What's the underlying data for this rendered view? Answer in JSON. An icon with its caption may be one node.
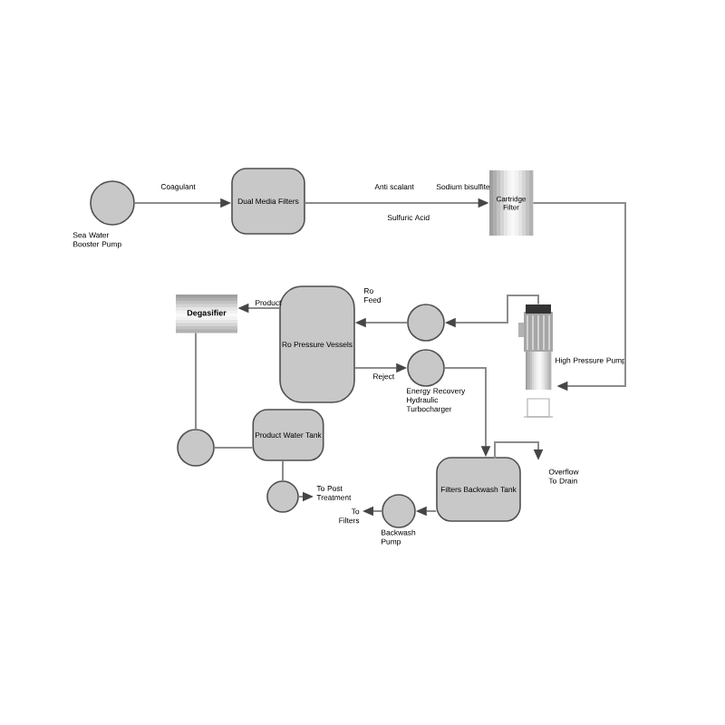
{
  "diagram": {
    "nodes": [
      {
        "text": [],
        "shape": "circle",
        "beside": [
          "Sea Water Booster Pump"
        ]
      },
      {
        "text": [
          "Dual Media Filters"
        ]
      },
      {
        "text": [
          "Cartridge Filter"
        ]
      },
      {
        "text": [],
        "shape": "pump",
        "beside": [
          "High Pressure Pump"
        ]
      },
      {
        "text": [],
        "shape": "circle"
      },
      {
        "text": [],
        "shape": "circle",
        "beside": [
          "Energy Recovery Hydraulic Turbocharger"
        ]
      },
      {
        "text": [
          "Ro Pressure Vessels"
        ]
      },
      {
        "text": [
          "Degasifier"
        ]
      },
      {
        "text": [],
        "shape": "circle"
      },
      {
        "text": [
          "Product Water Tank"
        ]
      },
      {
        "text": [],
        "shape": "circle"
      },
      {
        "text": [],
        "shape": "circle",
        "beside": [
          "Backwash Pump"
        ]
      },
      {
        "text": [
          "Filters Backwash Tank"
        ]
      }
    ],
    "edges": [
      {
        "from": 0,
        "to": 1,
        "arrow": "to",
        "label": "Coagulant"
      },
      {
        "from": 1,
        "to": 2,
        "arrow": "to",
        "label": "Anti scalant"
      },
      {
        "from": 2,
        "to": 3,
        "arrow": "to"
      },
      {
        "from": 3,
        "to": 4,
        "arrow": "to"
      },
      {
        "from": 4,
        "to": 6,
        "arrow": "to",
        "label": "Ro Feed"
      },
      {
        "from": 6,
        "to": 7,
        "arrow": "to",
        "label": "Product"
      },
      {
        "from": 6,
        "to": 5,
        "arrow": "to",
        "label": "Reject"
      },
      {
        "from": 5,
        "to": 12,
        "arrow": "to"
      },
      {
        "from": 7,
        "to": 8,
        "arrow": "none"
      },
      {
        "from": 8,
        "to": 9,
        "arrow": "none"
      },
      {
        "from": 9,
        "to": 10,
        "arrow": "none"
      },
      {
        "from": 10,
        "to": null,
        "arrow": "to",
        "label": "To Post Treatment"
      },
      {
        "from": 12,
        "to": 11,
        "arrow": "to"
      },
      {
        "from": 11,
        "to": null,
        "arrow": "to",
        "label": "To Filters"
      },
      {
        "from": 12,
        "to": null,
        "arrow": "to",
        "label": "Overflow To Drain"
      }
    ],
    "labels": [
      "Sodium bisulfite",
      "Sulfuric Acid"
    ]
  }
}
